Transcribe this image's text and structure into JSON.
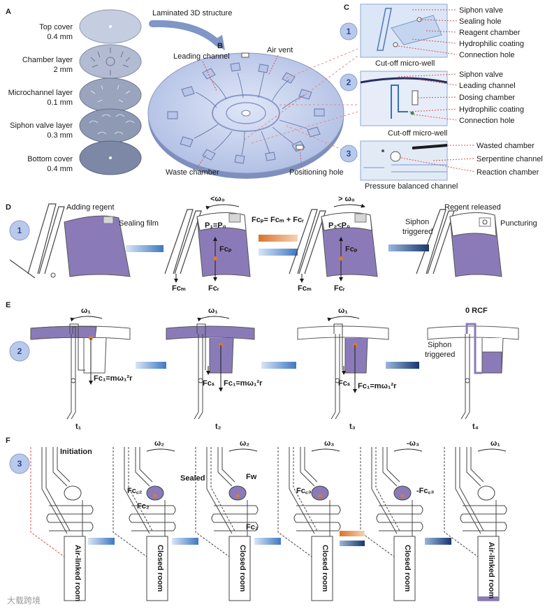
{
  "colors": {
    "purple": "#8a7bb8",
    "disc": "#c9d4ef",
    "disc_dark": "#8fa0c8",
    "badge": "#b9c9ec",
    "arrow_blue": "#2f5e9e",
    "arrow_orange": "#d9732c",
    "red_dash": "#d9534f"
  },
  "panel_a": {
    "letter": "A",
    "layers": [
      {
        "name": "Top cover",
        "thickness": "0.4 mm"
      },
      {
        "name": "Chamber layer",
        "thickness": "2 mm"
      },
      {
        "name": "Microchannel layer",
        "thickness": "0.1 mm"
      },
      {
        "name": "Siphon valve layer",
        "thickness": "0.3 mm"
      },
      {
        "name": "Bottom cover",
        "thickness": "0.4 mm"
      }
    ],
    "laminated_label": "Laminated 3D structure"
  },
  "panel_b": {
    "letter": "B",
    "labels": {
      "leading_channel": "Leading channel",
      "air_vent": "Air vent",
      "waste_chamber": "Waste chamber",
      "positioning_hole": "Positioning hole"
    }
  },
  "panel_c": {
    "letter": "C",
    "insets": [
      {
        "number": "1",
        "labels": [
          "Siphon valve",
          "Sealing hole",
          "Reagent chamber",
          "Hydrophilic coating",
          "Connection hole"
        ],
        "caption": "Cut-off micro-well"
      },
      {
        "number": "2",
        "labels": [
          "Siphon valve",
          "Leading channel",
          "Dosing chamber",
          "Hydrophilic coating",
          "Connection hole"
        ],
        "caption": "Cut-off micro-well"
      },
      {
        "number": "3",
        "labels": [
          "Wasted chamber",
          "Serpentine channel",
          "Reaction chamber"
        ],
        "caption": "Pressure balanced channel"
      }
    ]
  },
  "panel_d": {
    "letter": "D",
    "number": "1",
    "step1": {
      "title": "Adding regent",
      "film": "Sealing film"
    },
    "step2": {
      "omega": "<ω₀",
      "pressure": "P₁=P₀",
      "fcp": "Fcₚ",
      "fcm": "Fcₘ",
      "fcr": "Fcᵣ"
    },
    "equation": "Fcₚ= Fcₘ + Fcᵣ",
    "step3": {
      "omega": "> ω₀",
      "pressure": "P₂<P₀",
      "fcp": "Fcₚ",
      "fcm": "Fcₘ",
      "fcr": "Fcᵣ"
    },
    "siphon_line1": "Siphon",
    "siphon_line2": "triggered",
    "step4": {
      "title": "Regent released",
      "puncture": "Puncturing"
    }
  },
  "panel_e": {
    "letter": "E",
    "number": "2",
    "steps": [
      {
        "omega": "ω₁",
        "force": "Fc₁=mω₁²r",
        "fcs": "",
        "time": "t₁"
      },
      {
        "omega": "ω₁",
        "force": "Fc₁=mω₁²r",
        "fcs": "Fcₛ",
        "time": "t₂"
      },
      {
        "omega": "ω₁",
        "force": "Fc₁=mω₁²r",
        "fcs": "Fcₛ",
        "time": "t₃"
      },
      {
        "omega": "0 RCF",
        "force": "",
        "fcs": "",
        "time": "t₄"
      }
    ],
    "siphon_line1": "Siphon",
    "siphon_line2": "triggered"
  },
  "panel_f": {
    "letter": "F",
    "number": "3",
    "initiation": "Initiation",
    "sealed": "Sealed",
    "steps": [
      {
        "omega": "",
        "room": "Air-linked room"
      },
      {
        "omega": "ω₂",
        "room": "Closed room",
        "f1": "Fc꜀₂",
        "f2": "Fc₂"
      },
      {
        "omega": "ω₂",
        "room": "Closed room",
        "f1": "Fw",
        "f2": "Fc₂"
      },
      {
        "omega": "ω₃",
        "room": "Closed room",
        "f1": "Fc꜀₃"
      },
      {
        "omega": "-ω₃",
        "room": "Closed room",
        "f1": "-Fc꜀₃"
      },
      {
        "omega": "ω₁",
        "room": "Air-linked room"
      }
    ]
  },
  "watermark": "大载跨境"
}
